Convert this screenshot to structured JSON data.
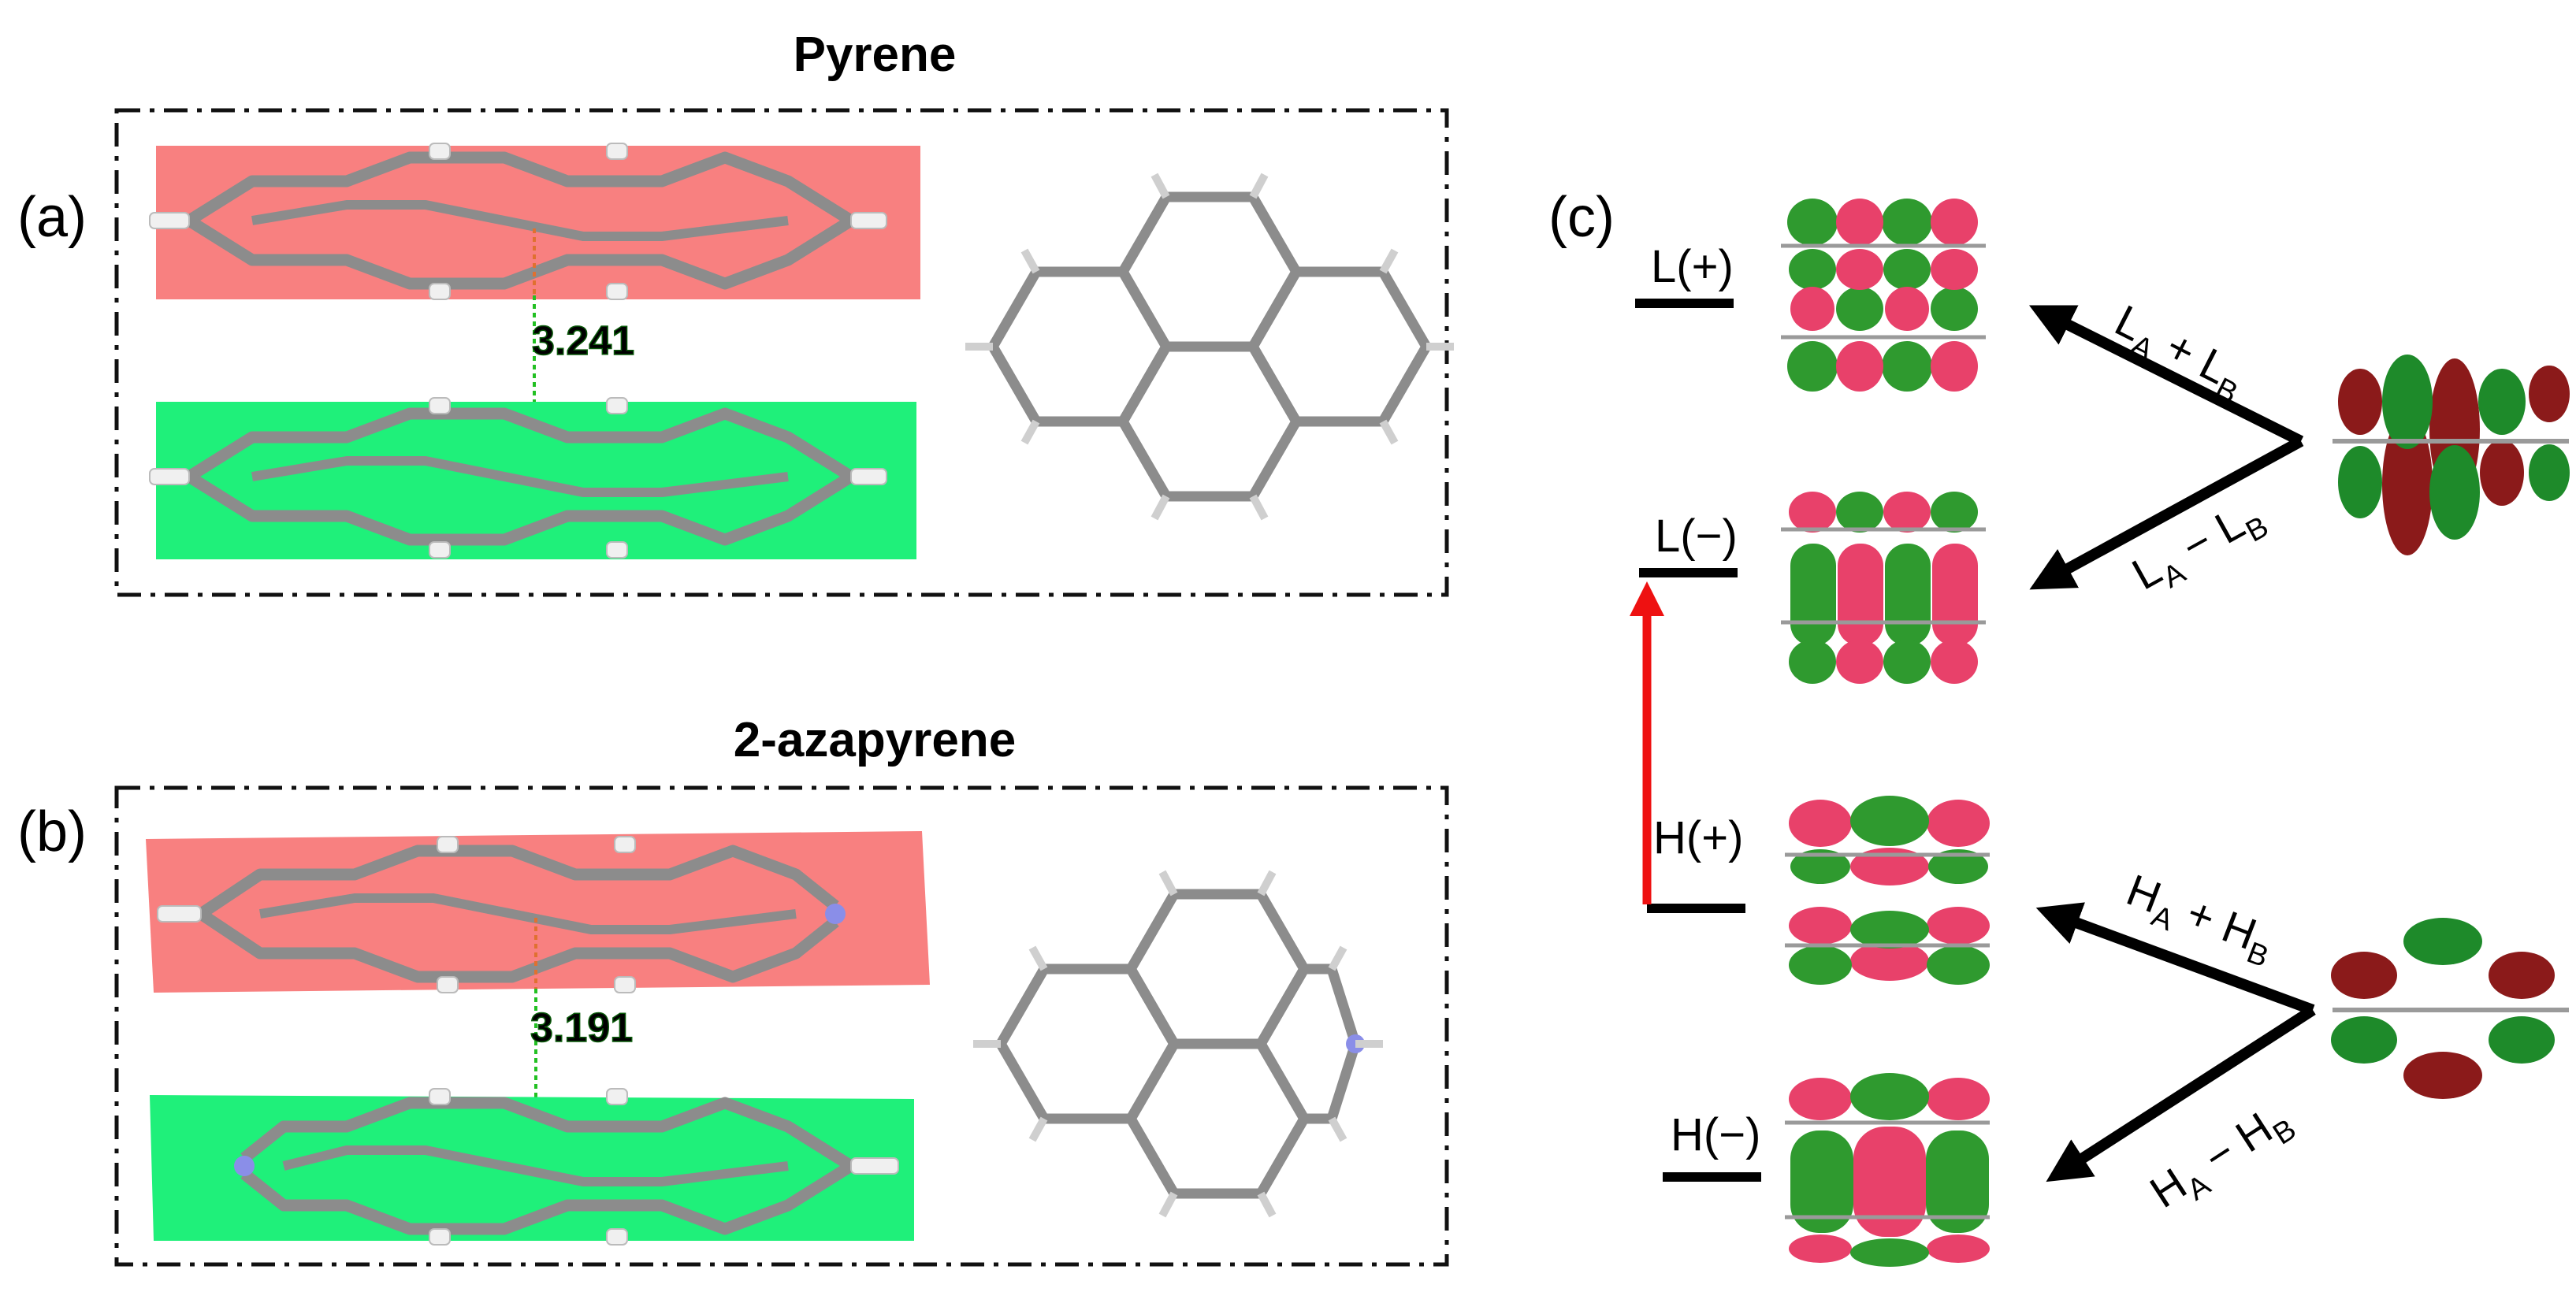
{
  "panel_a": {
    "letter": "(a)",
    "title": "Pyrene",
    "distance": "3.241"
  },
  "panel_b": {
    "letter": "(b)",
    "title": "2-azapyrene",
    "distance": "3.191"
  },
  "panel_c": {
    "letter": "(c)",
    "levels": {
      "l_plus": "L(+)",
      "l_minus": "L(−)",
      "h_plus": "H(+)",
      "h_minus": "H(−)"
    },
    "arrows": {
      "la_plus_lb": {
        "a": "L",
        "a_sub": "A",
        "op": " + ",
        "b": "L",
        "b_sub": "B"
      },
      "la_minus_lb": {
        "a": "L",
        "a_sub": "A",
        "op": " − ",
        "b": "L",
        "b_sub": "B"
      },
      "ha_plus_hb": {
        "a": "H",
        "a_sub": "A",
        "op": " + ",
        "b": "H",
        "b_sub": "B"
      },
      "ha_minus_hb": {
        "a": "H",
        "a_sub": "A",
        "op": " − ",
        "b": "H",
        "b_sub": "B"
      }
    }
  },
  "colors": {
    "top_plane": "#f88080",
    "bottom_plane": "#1ff07a",
    "bond": "#8c8c8c",
    "hydrogen": "#f0f0f0",
    "nitrogen": "#8a8ee8",
    "distance_line": "#22c022",
    "orbital_pos": "#e8416a",
    "orbital_neg": "#2f9a2f",
    "mono_pos": "#8b1a1a",
    "mono_neg": "#1e8a2a",
    "transition_arrow": "#ee1111"
  }
}
